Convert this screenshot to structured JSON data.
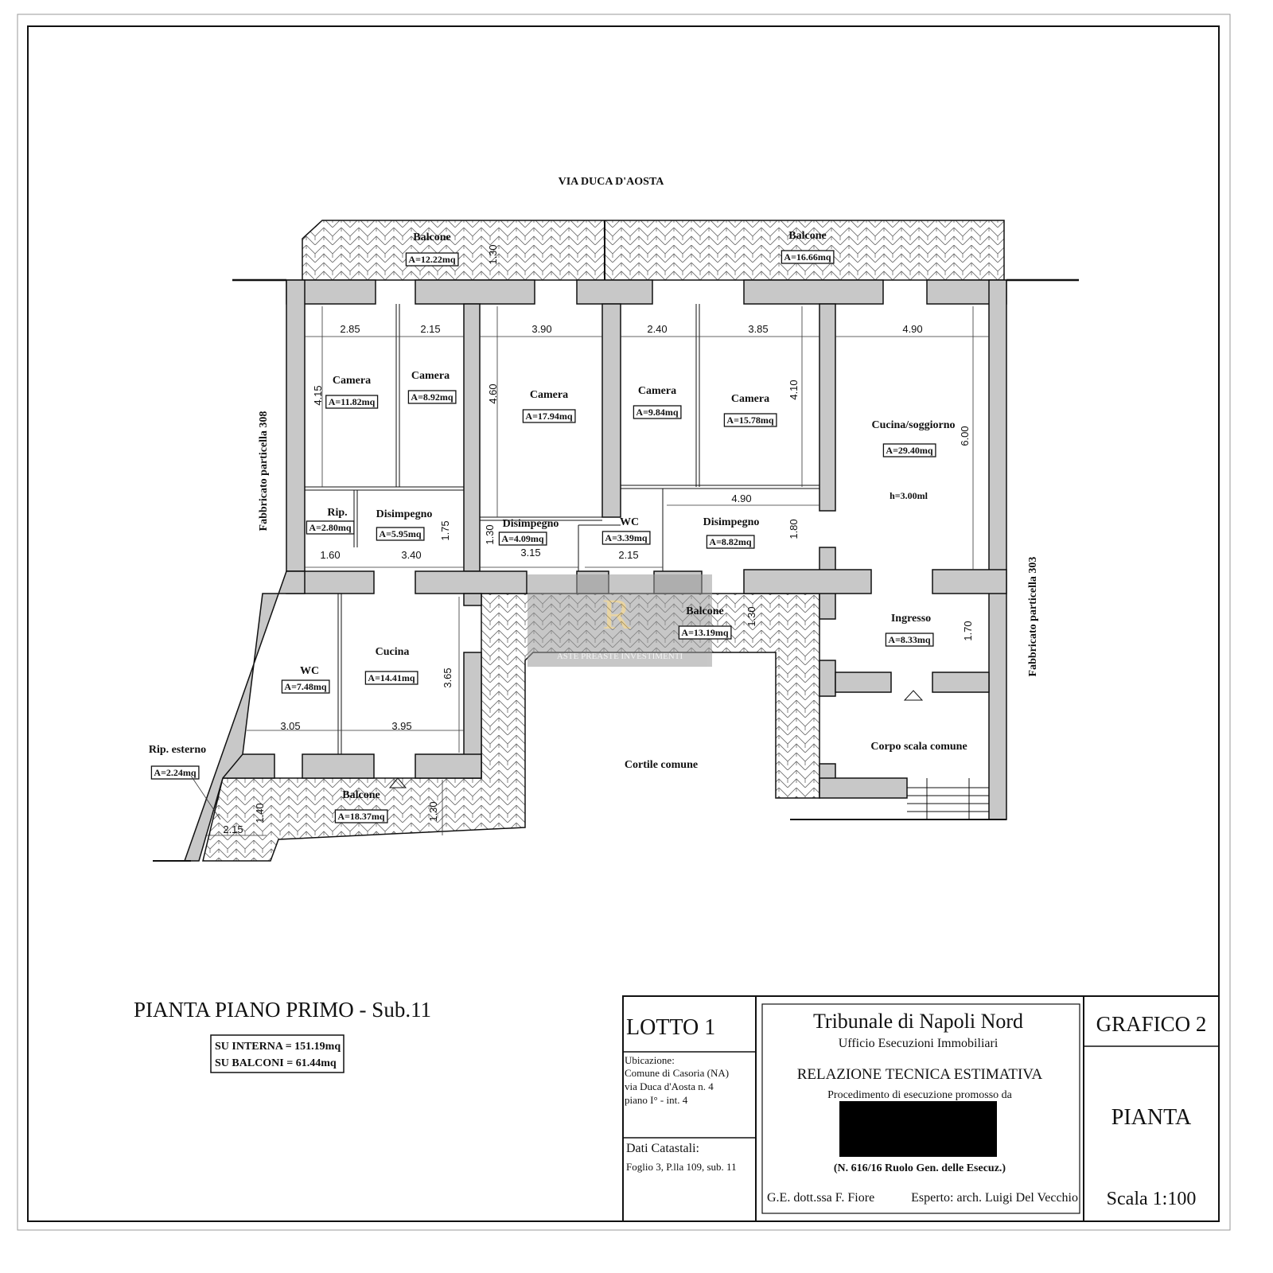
{
  "street": "VIA DUCA D'AOSTA",
  "neighbors": {
    "left": "Fabbricato particella 308",
    "right": "Fabbricato particella 303"
  },
  "courtyard": "Cortile comune",
  "rooms": [
    {
      "name": "Camera",
      "area": "A=11.82mq"
    },
    {
      "name": "Camera",
      "area": "A=8.92mq"
    },
    {
      "name": "Camera",
      "area": "A=17.94mq"
    },
    {
      "name": "Camera",
      "area": "A=9.84mq"
    },
    {
      "name": "Camera",
      "area": "A=15.78mq"
    },
    {
      "name": "Cucina/soggiorno",
      "area": "A=29.40mq",
      "height": "h=3.00ml"
    },
    {
      "name": "Rip.",
      "area": "A=2.80mq"
    },
    {
      "name": "Disimpegno",
      "area": "A=5.95mq"
    },
    {
      "name": "Disimpegno",
      "area": "A=4.09mq"
    },
    {
      "name": "WC",
      "area": "A=3.39mq"
    },
    {
      "name": "Disimpegno",
      "area": "A=8.82mq"
    },
    {
      "name": "Ingresso",
      "area": "A=8.33mq"
    },
    {
      "name": "Corpo scala comune"
    },
    {
      "name": "WC",
      "area": "A=7.48mq"
    },
    {
      "name": "Cucina",
      "area": "A=14.41mq"
    },
    {
      "name": "Balcone",
      "area": "A=12.22mq"
    },
    {
      "name": "Balcone",
      "area": "A=16.66mq"
    },
    {
      "name": "Balcone",
      "area": "A=13.19mq"
    },
    {
      "name": "Balcone",
      "area": "A=18.37mq"
    },
    {
      "name": "Rip. esterno",
      "area": "A=2.24mq"
    }
  ],
  "dimensions": {
    "h": [
      "2.85",
      "2.15",
      "3.90",
      "2.40",
      "3.85",
      "4.90",
      "4.90",
      "1.60",
      "3.40",
      "3.15",
      "2.15",
      "3.05",
      "3.95",
      "2.15"
    ],
    "v": [
      "4.15",
      "4.60",
      "4.10",
      "6.00",
      "1.75",
      "1.30",
      "1.80",
      "1.30",
      "1.30",
      "1.70",
      "3.65",
      "1.30",
      "1.40"
    ]
  },
  "plan_title": "PIANTA PIANO PRIMO - Sub.11",
  "summary": [
    "SU INTERNA = 151.19mq",
    "SU BALCONI = 61.44mq"
  ],
  "watermark": "ASTE PREASTE INVESTIMENTI",
  "title_block": {
    "lotto": "LOTTO 1",
    "ubicazione_label": "Ubicazione:",
    "ubicazione": [
      "Comune di Casoria (NA)",
      "via Duca d'Aosta n. 4",
      "piano I° - int. 4"
    ],
    "catasto_label": "Dati Catastali:",
    "catasto": "Foglio 3, P.lla 109, sub. 11",
    "court": "Tribunale di Napoli Nord",
    "office": "Ufficio Esecuzioni Immobiliari",
    "report": "RELAZIONE TECNICA ESTIMATIVA",
    "procedure": "Procedimento di esecuzione promosso da",
    "case_no": "(N. 616/16 Ruolo Gen. delle Esecuz.)",
    "judge": "G.E. dott.ssa F. Fiore",
    "expert": "Esperto: arch. Luigi Del Vecchio",
    "graphic": "GRAFICO 2",
    "type": "PIANTA",
    "scale": "Scala 1:100"
  }
}
